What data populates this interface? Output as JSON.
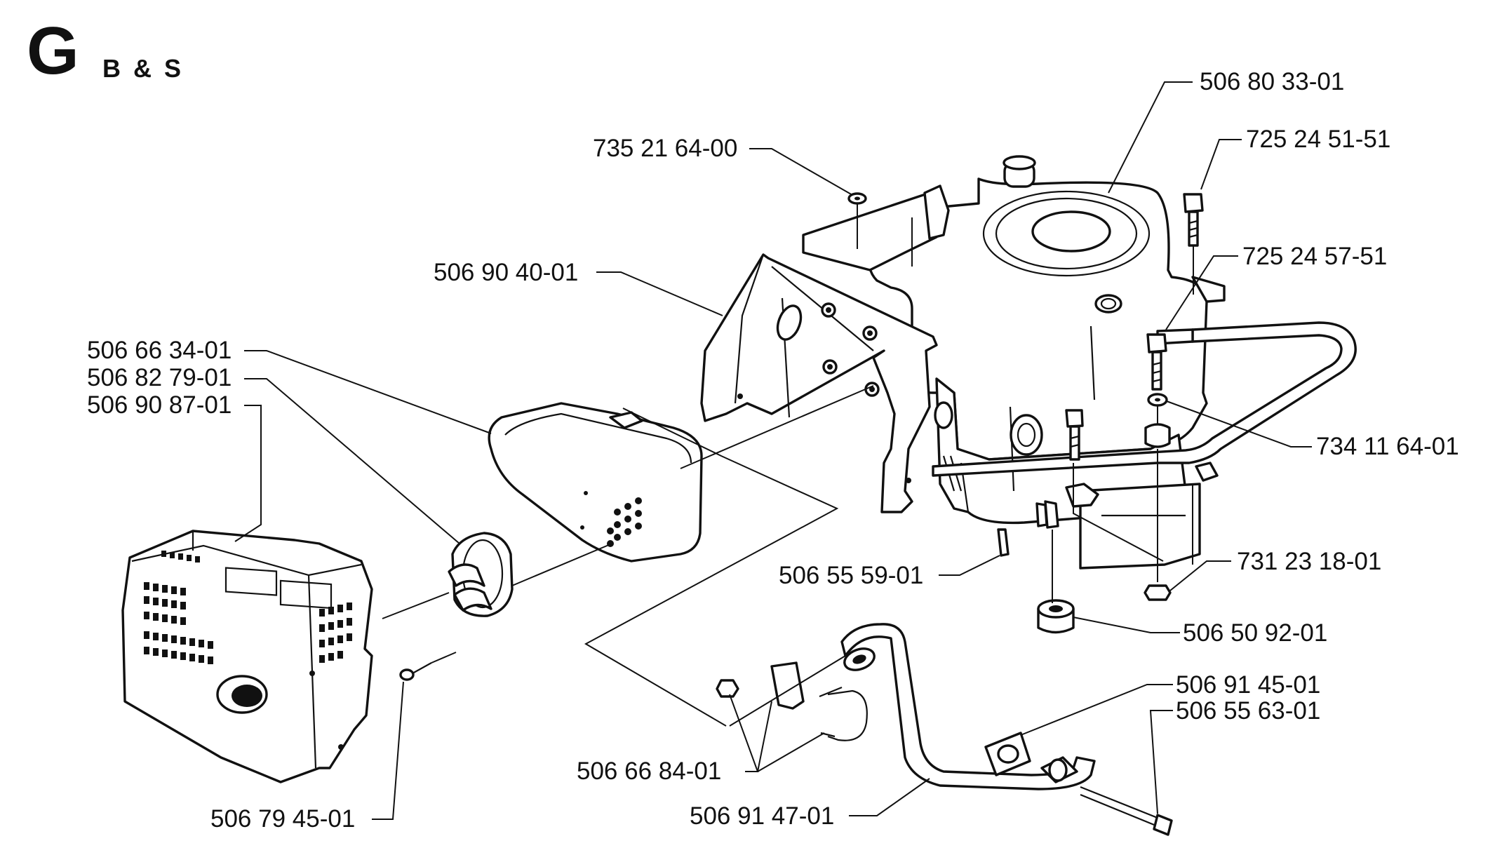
{
  "header": {
    "letter": "G",
    "subtitle": "B & S"
  },
  "parts": [
    {
      "id": "p1",
      "number": "506 80 33-01"
    },
    {
      "id": "p2",
      "number": "735 21 64-00"
    },
    {
      "id": "p3",
      "number": "725 24 51-51"
    },
    {
      "id": "p4",
      "number": "506 90 40-01"
    },
    {
      "id": "p5",
      "number": "725 24 57-51"
    },
    {
      "id": "p6",
      "number": "506 66 34-01"
    },
    {
      "id": "p7",
      "number": "506 82 79-01"
    },
    {
      "id": "p8",
      "number": "506 90 87-01"
    },
    {
      "id": "p9",
      "number": "734 11 64-01"
    },
    {
      "id": "p10",
      "number": "731 23 18-01"
    },
    {
      "id": "p11",
      "number": "506 55 59-01"
    },
    {
      "id": "p12",
      "number": "506 50 92-01"
    },
    {
      "id": "p13",
      "number": "506 91 45-01"
    },
    {
      "id": "p14",
      "number": "506 55 63-01"
    },
    {
      "id": "p15",
      "number": "506 66 84-01"
    },
    {
      "id": "p16",
      "number": "506 91 47-01"
    },
    {
      "id": "p17",
      "number": "506 79 45-01"
    }
  ]
}
